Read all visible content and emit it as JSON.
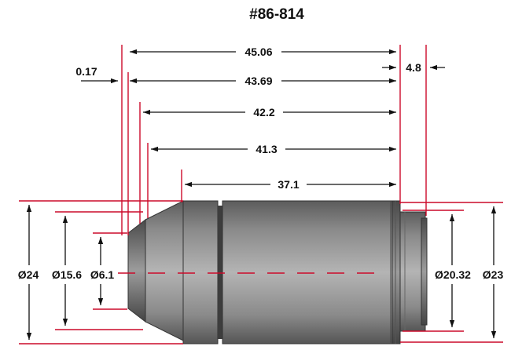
{
  "title": "#86-814",
  "dimensions": {
    "length_overall": "45.06",
    "length_43": "43.69",
    "length_42": "42.2",
    "length_41": "41.3",
    "length_37": "37.1",
    "offset_small": "0.17",
    "offset_right": "4.8"
  },
  "diameters": {
    "d24": "Ø24",
    "d15": "Ø15.6",
    "d6": "Ø6.1",
    "d20": "Ø20.32",
    "d23": "Ø23"
  },
  "colors": {
    "dimension_line": "#cc0a2a",
    "arrow": "#111111",
    "body_metal": "#9a9a9a"
  }
}
